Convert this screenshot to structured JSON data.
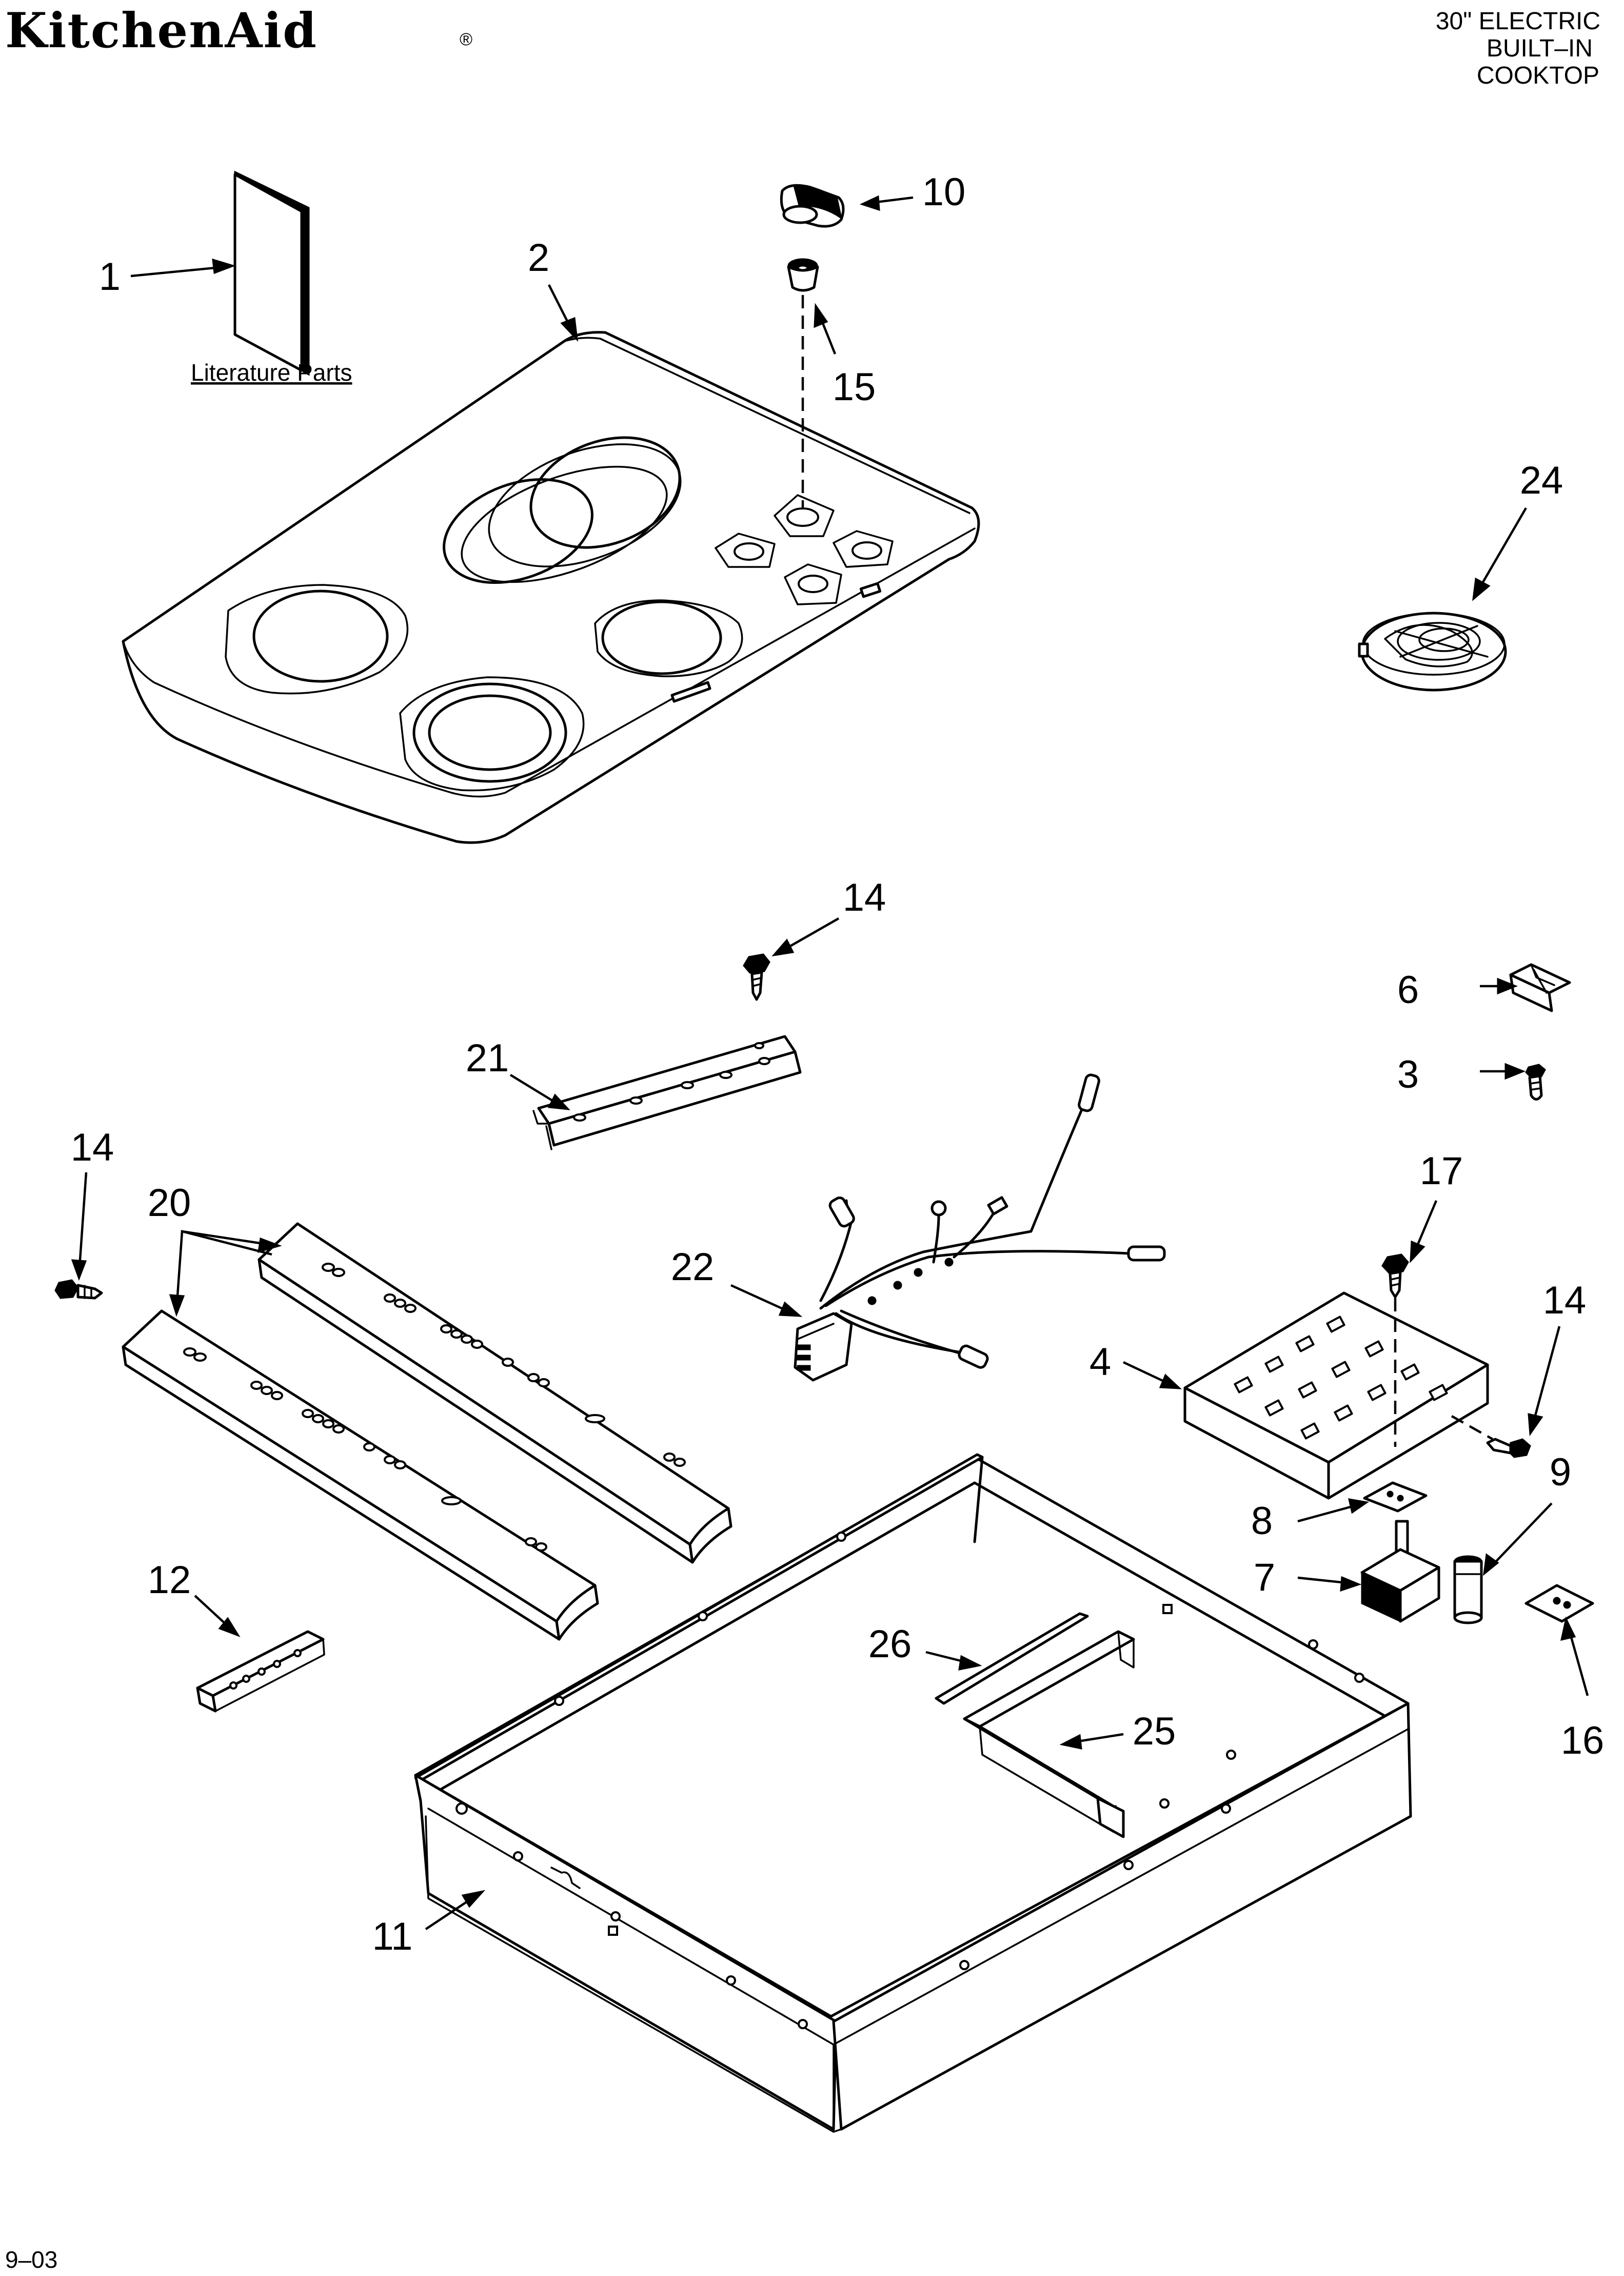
{
  "header": {
    "brand": "KitchenAid",
    "registered_mark": "®",
    "title_lines": [
      "30\" ELECTRIC",
      "BUILT–IN",
      "COOKTOP"
    ]
  },
  "literature_label": "Literature Parts",
  "callouts": {
    "c1": "1",
    "c2": "2",
    "c3": "3",
    "c4": "4",
    "c6": "6",
    "c7": "7",
    "c8": "8",
    "c9": "9",
    "c10": "10",
    "c11": "11",
    "c12": "12",
    "c14a": "14",
    "c14b": "14",
    "c14c": "14",
    "c15": "15",
    "c16": "16",
    "c17": "17",
    "c20": "20",
    "c21": "21",
    "c22": "22",
    "c24": "24",
    "c25": "25",
    "c26": "26"
  },
  "footer": {
    "date_code": "9–03"
  }
}
